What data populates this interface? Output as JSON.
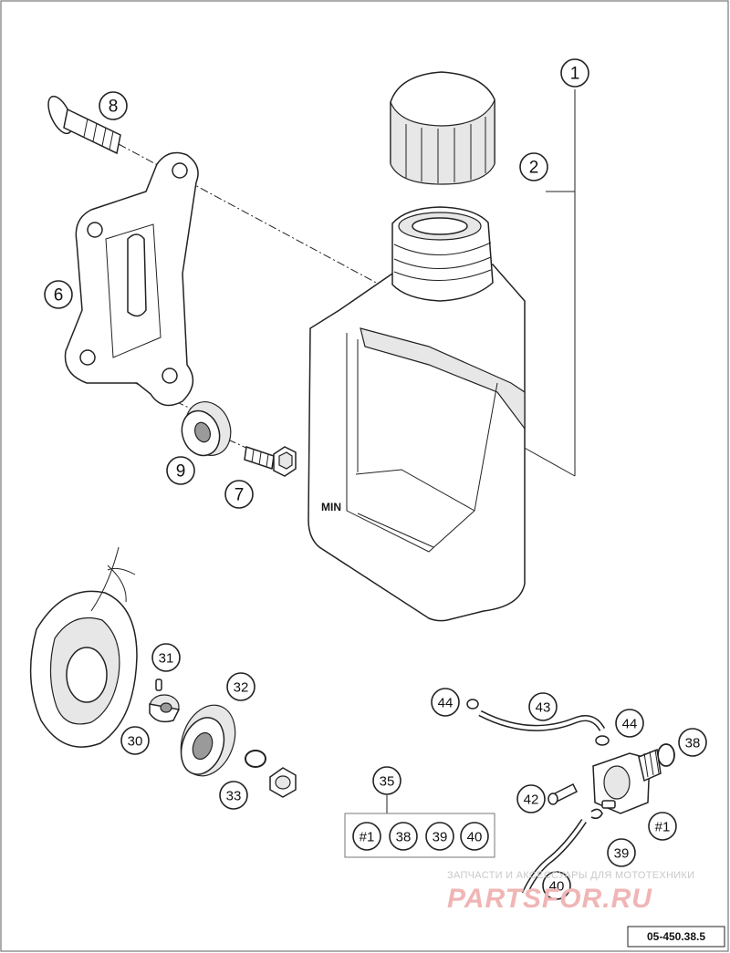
{
  "callouts": {
    "c1": "1",
    "c2": "2",
    "c6": "6",
    "c7": "7",
    "c8": "8",
    "c9": "9",
    "c30": "30",
    "c31": "31",
    "c32": "32",
    "c33": "33",
    "c35": "35",
    "c38": "38",
    "c39": "39",
    "c40": "40",
    "c42": "42",
    "c43": "43",
    "c44a": "44",
    "c44b": "44",
    "h1": "#1",
    "kit1": "#1",
    "kit38": "38",
    "kit39": "39",
    "kit40": "40"
  },
  "tank_label": "MIN",
  "watermark": {
    "small": "ЗАПЧАСТИ И АКСЕССУАРЫ ДЛЯ МОТОТЕХНИКИ",
    "big": "PARTSFOR.RU"
  },
  "reference": "05-450.38.5"
}
